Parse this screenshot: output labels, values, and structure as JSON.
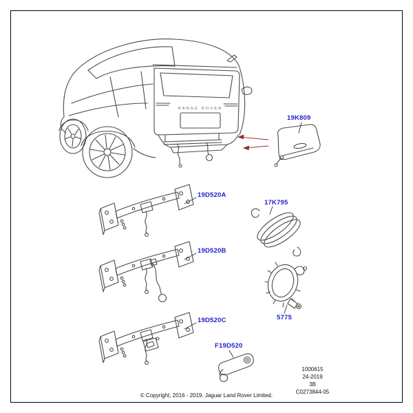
{
  "colors": {
    "callout_blue": "#2222cc",
    "line_gray": "#4a4a4a",
    "arrow_red": "#993333"
  },
  "vehicle": {
    "badge": "RANGE ROVER"
  },
  "callouts": {
    "cover": "19K809",
    "towbar_a": "19D520A",
    "towbar_b": "19D520B",
    "towbar_c": "19D520C",
    "rope": "17K795",
    "loop": "5775",
    "ball_mount": "F19D520"
  },
  "title_block": {
    "lines": [
      "1000615",
      "24-2019",
      "3B",
      "C0273844-05"
    ]
  },
  "footer": {
    "copyright": "© Copyright, 2016 - 2019. Jaguar Land Rover Limited."
  }
}
